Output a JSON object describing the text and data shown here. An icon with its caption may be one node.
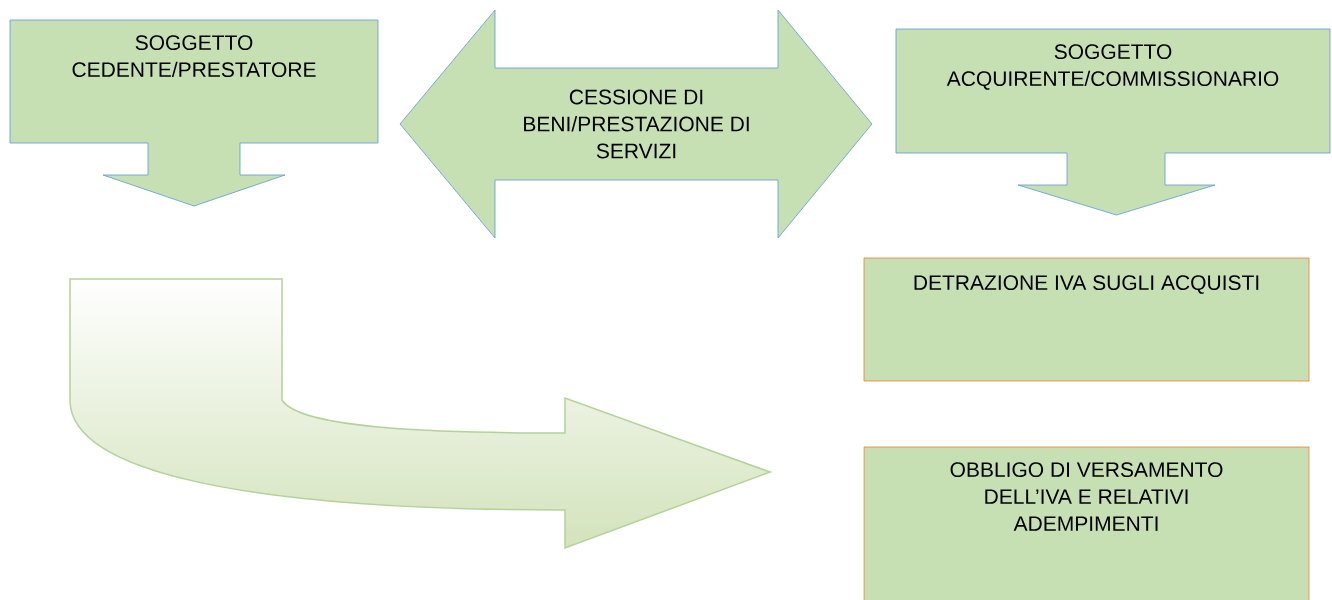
{
  "diagram": {
    "nodes": [
      {
        "text": [
          "SOGGETTO CEDENTE/PRESTATORE"
        ]
      },
      {
        "text": [
          "CESSIONE DI BENI/PRESTAZIONE DI SERVIZI"
        ]
      },
      {
        "text": [
          "SOGGETTO ACQUIRENTE/COMMISSIONARIO"
        ]
      },
      {
        "text": [
          "DETRAZIONE IVA SUGLI ACQUISTI"
        ]
      },
      {
        "text": [
          "OBBLIGO DI VERSAMENTO DELL’IVA E RELATIVI ADEMPIMENTI"
        ]
      },
      {
        "text": [],
        "shape": "arrow"
      }
    ]
  }
}
